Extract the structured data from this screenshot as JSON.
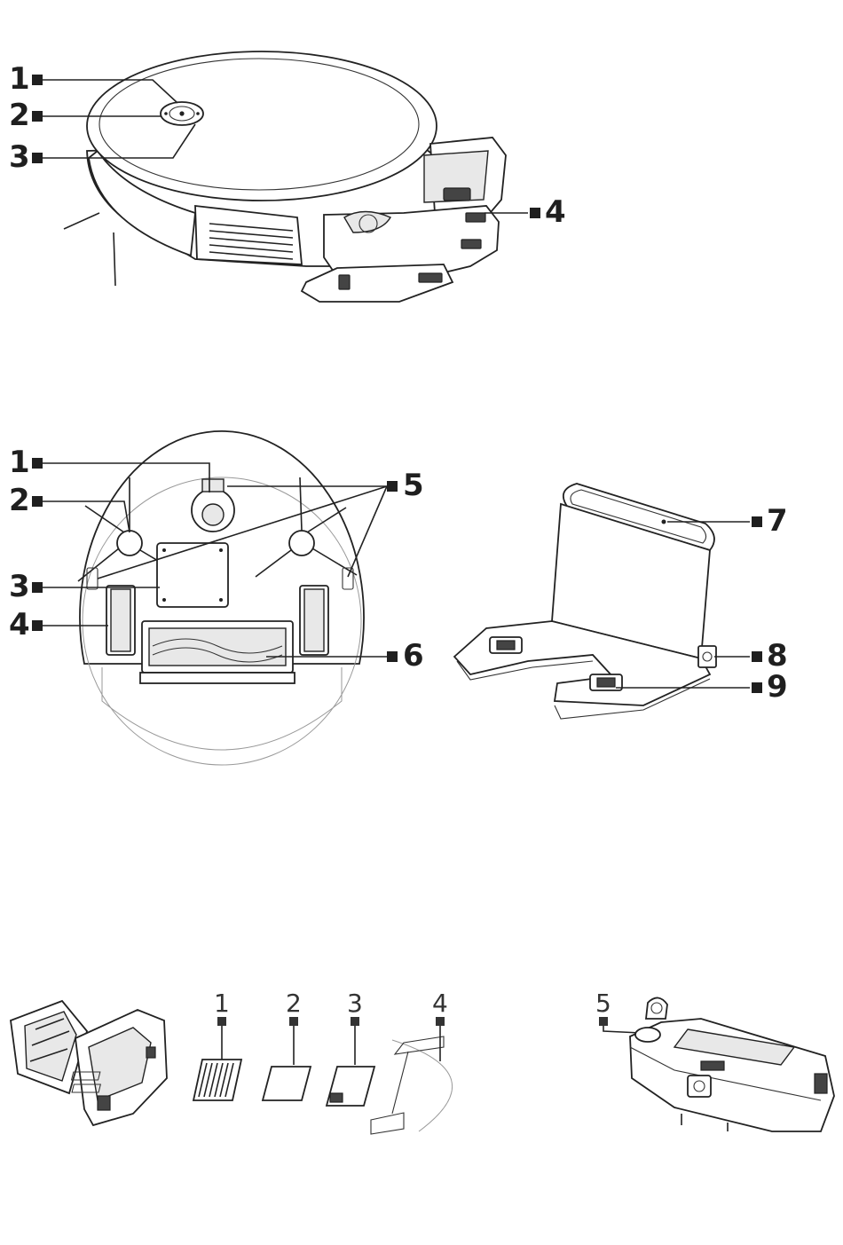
{
  "figure1": {
    "callouts": [
      {
        "number": "1"
      },
      {
        "number": "2"
      },
      {
        "number": "3"
      },
      {
        "number": "4"
      }
    ]
  },
  "figure2": {
    "callouts": [
      {
        "number": "1"
      },
      {
        "number": "2"
      },
      {
        "number": "3"
      },
      {
        "number": "4"
      },
      {
        "number": "5"
      },
      {
        "number": "6"
      }
    ]
  },
  "figure3": {
    "callouts": [
      {
        "number": "7"
      },
      {
        "number": "8"
      },
      {
        "number": "9"
      }
    ]
  },
  "figure4": {
    "callouts": [
      {
        "number": "1"
      },
      {
        "number": "2"
      },
      {
        "number": "3"
      },
      {
        "number": "4"
      },
      {
        "number": "5"
      }
    ]
  }
}
